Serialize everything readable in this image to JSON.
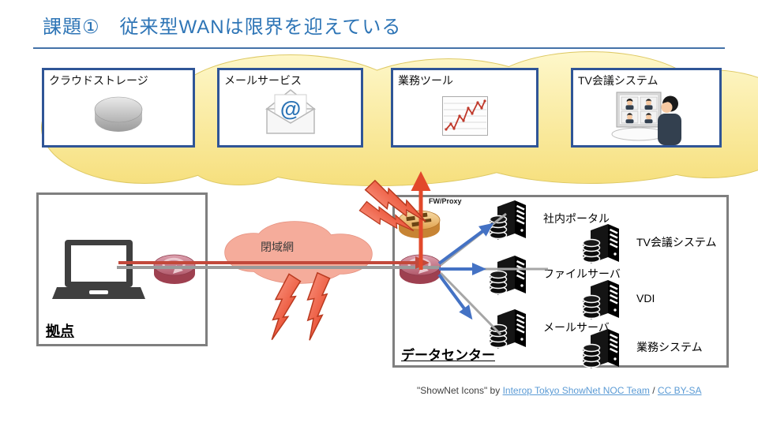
{
  "slide": {
    "title": "課題①　従来型WANは限界を迎えている"
  },
  "cloud_services": {
    "items": [
      {
        "label": "クラウドストレージ",
        "icon": "storage-cylinder-icon"
      },
      {
        "label": "メールサービス",
        "icon": "email-at-icon",
        "icon_glyph": "@"
      },
      {
        "label": "業務ツール",
        "icon": "line-chart-icon"
      },
      {
        "label": "TV会議システム",
        "icon": "video-conference-icon"
      }
    ]
  },
  "branch": {
    "label": "拠点"
  },
  "wan": {
    "cloud_label": "閉域網"
  },
  "datacenter": {
    "label": "データセンター",
    "fw_label": "FW/Proxy",
    "servers": [
      {
        "label": "社内ポータル"
      },
      {
        "label": "TV会議システム"
      },
      {
        "label": "ファイルサーバ"
      },
      {
        "label": "VDI"
      },
      {
        "label": "メールサーバ"
      },
      {
        "label": "業務システム"
      }
    ]
  },
  "credit": {
    "prefix": "\"ShowNet Icons\" by ",
    "link1": "Interop Tokyo ShowNet NOC Team",
    "separator": " / ",
    "link2": "CC BY-SA"
  },
  "colors": {
    "title_blue": "#2E75B6",
    "service_box_border": "#2F5597",
    "internet_cloud_fill": "#F9E88E",
    "internet_cloud_border": "#DEC964",
    "wan_cloud_fill": "#F5AC9B",
    "frame_gray": "#7F7F7F",
    "red_line": "#C2493B",
    "red_arrow": "#E2492B",
    "blue_arrow": "#4472C4",
    "gray_line": "#9A9A9A",
    "link_blue": "#5B9BD5"
  }
}
